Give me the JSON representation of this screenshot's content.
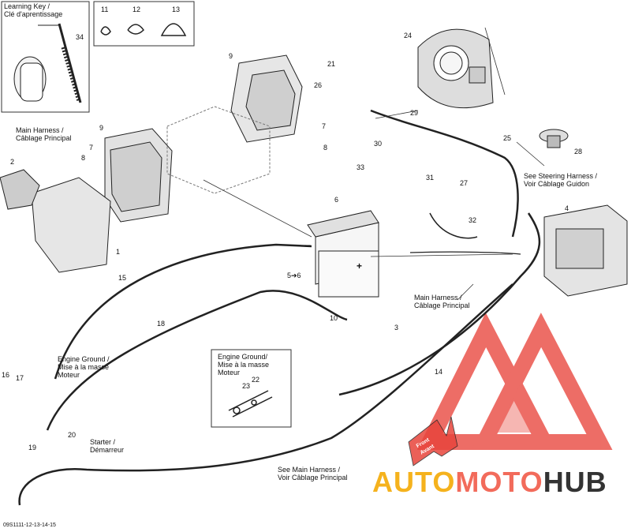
{
  "learning_key": {
    "title_line1": "Learning Key /",
    "title_line2": "Clé d'aprentissage",
    "part": "34"
  },
  "clips": [
    "11",
    "12",
    "13"
  ],
  "labels": {
    "main_harness_1": "Main Harness /",
    "main_harness_2": "Câblage Principal",
    "main_harness_b1": "Main Harness /",
    "main_harness_b2": "Câblage Principal",
    "see_steering_1": "See Steering Harness /",
    "see_steering_2": "Voir Câblage Guidon",
    "engine_ground_1": "Engine Ground /",
    "engine_ground_2": "Mise à la masse",
    "engine_ground_3": "Moteur",
    "engine_ground_box_1": "Engine Ground/",
    "engine_ground_box_2": "Mise à la masse",
    "engine_ground_box_3": "Moteur",
    "starter_1": "Starter /",
    "starter_2": "Démarreur",
    "see_main_1": "See Main Harness /",
    "see_main_2": "Voir Câblage Principal",
    "front_1": "Front",
    "front_2": "Avant",
    "minus": "−",
    "plus": "+",
    "ref_5_6": "5➔6"
  },
  "parts": [
    "1",
    "2",
    "3",
    "4",
    "6",
    "7",
    "7",
    "8",
    "8",
    "9",
    "9",
    "10",
    "14",
    "15",
    "16",
    "17",
    "18",
    "19",
    "20",
    "21",
    "22",
    "23",
    "24",
    "25",
    "26",
    "27",
    "28",
    "29",
    "30",
    "31",
    "32",
    "33"
  ],
  "drawing_code": "09S1111-12-13-14-15",
  "watermark": {
    "word_a": "AUTO",
    "word_b": "MOTO",
    "word_c": "HUB",
    "color_a": "#f5b21d",
    "color_b": "#f26b5b",
    "color_c": "#333333",
    "logo_color": "#e8453c"
  }
}
